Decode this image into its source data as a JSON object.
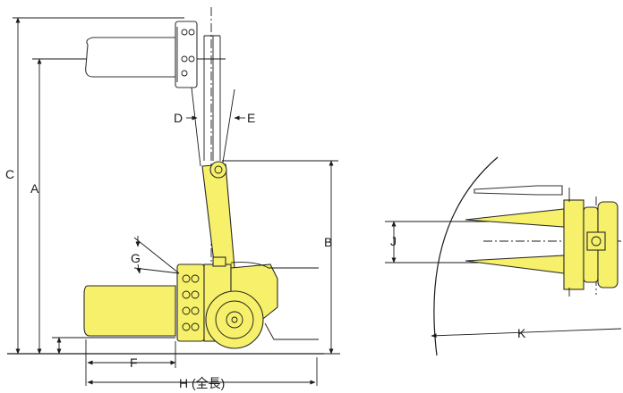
{
  "colors": {
    "body_fill": "#f6f06a",
    "line": "#1a1a1a",
    "background": "#ffffff"
  },
  "labels": {
    "A": "A",
    "B": "B",
    "C": "C",
    "D": "D",
    "E": "E",
    "F": "F",
    "G": "G",
    "H": "H (全長)",
    "J": "J",
    "K": "K"
  }
}
